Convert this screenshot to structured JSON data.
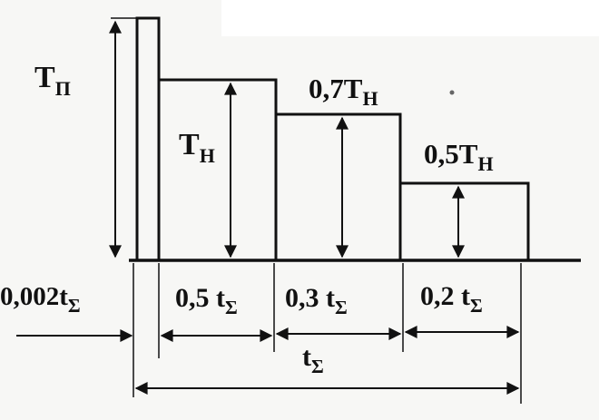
{
  "diagram": {
    "labels": {
      "peak_torque": "T",
      "peak_torque_sub": "П",
      "nominal_torque": "T",
      "nominal_torque_sub": "Н",
      "level_07": "0,7T",
      "level_07_sub": "Н",
      "level_05": "0,5T",
      "level_05_sub": "Н",
      "dur_0002": "0,002t",
      "dur_05": "0,5 t",
      "dur_03": "0,3 t",
      "dur_02": "0,2 t",
      "total": "t",
      "sigma": "Σ"
    },
    "load_steps": [
      {
        "fraction_of_time": 0.002,
        "fraction_of_nominal": "peak"
      },
      {
        "fraction_of_time": 0.5,
        "fraction_of_nominal": 1.0
      },
      {
        "fraction_of_time": 0.3,
        "fraction_of_nominal": 0.7
      },
      {
        "fraction_of_time": 0.2,
        "fraction_of_nominal": 0.5
      }
    ],
    "colors": {
      "ink": "#111111",
      "paper": "#f7f7f5"
    }
  }
}
